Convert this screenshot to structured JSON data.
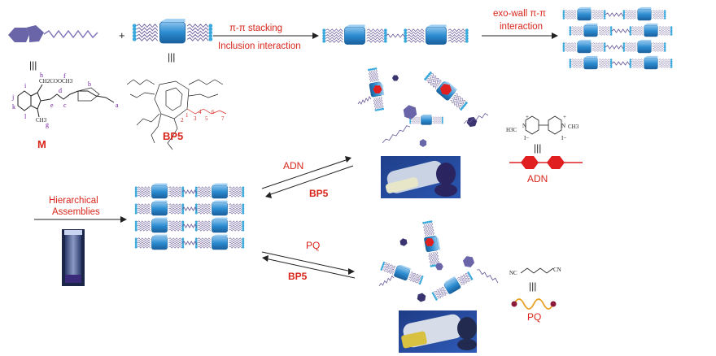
{
  "labels": {
    "plus": "+",
    "pi_stacking": "π-π stacking",
    "inclusion": "Inclusion interaction",
    "exo_wall_1": "exo-wall π-π",
    "exo_wall_2": "interaction",
    "hier_1": "Hierarchical",
    "hier_2": "Assemblies",
    "m": "M",
    "bp5_struct": "BP5",
    "adn_top": "ADN",
    "bp5_mid": "BP5",
    "pq_mid": "PQ",
    "bp5_bot": "BP5",
    "adn_struct": "ADN",
    "pq_struct": "PQ",
    "equiv": "|||"
  },
  "m_atoms": [
    "h",
    "f",
    "i",
    "j",
    "k",
    "l",
    "g",
    "e",
    "d",
    "c",
    "b",
    "a"
  ],
  "m_groups": {
    "ester": "CH2COOCH3",
    "methyl": "CH3"
  },
  "adn_formula": {
    "left": "H3C",
    "right": "CH3",
    "n_left": "N",
    "n_right": "N",
    "charge": "+",
    "ion_left": "I−",
    "ion_right": "I−"
  },
  "pq_formula": {
    "left": "NC",
    "right": "CN"
  },
  "bp5_numbers": [
    "1",
    "2",
    "3",
    "4",
    "5",
    "6",
    "7"
  ],
  "colors": {
    "accent": "#d9261c",
    "pillar": "#2b8cd0",
    "ring": "#5a9bd5",
    "dot": "#39a9dc",
    "guest": "#6a64a8",
    "chain": "#6a5a9a",
    "adn_red": "#e02020",
    "pq_orange": "#e8a020",
    "pq_end": "#8b1a3a"
  }
}
